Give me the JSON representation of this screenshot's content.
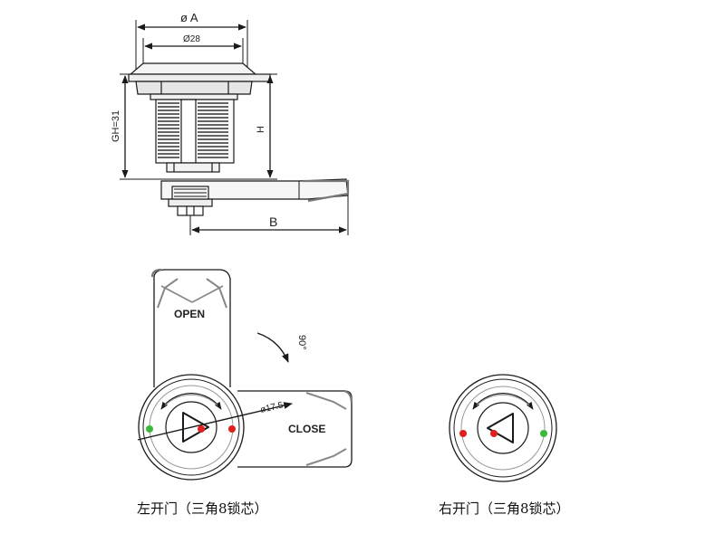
{
  "dimensions": {
    "dia_a": "ø A",
    "dia_28": "Ø28",
    "gh": "GH=31",
    "h": "H",
    "b": "B"
  },
  "left_view": {
    "open_label": "OPEN",
    "close_label": "CLOSE",
    "angle_label": "90°",
    "dia_label": "ø17.5",
    "caption": "左开门（三角8锁芯）"
  },
  "right_view": {
    "caption": "右开门（三角8锁芯）"
  },
  "colors": {
    "line": "#1a1a1a",
    "shadow": "#9a9a9a",
    "red_dot": "#e0201c",
    "green_dot": "#3cb93c"
  }
}
